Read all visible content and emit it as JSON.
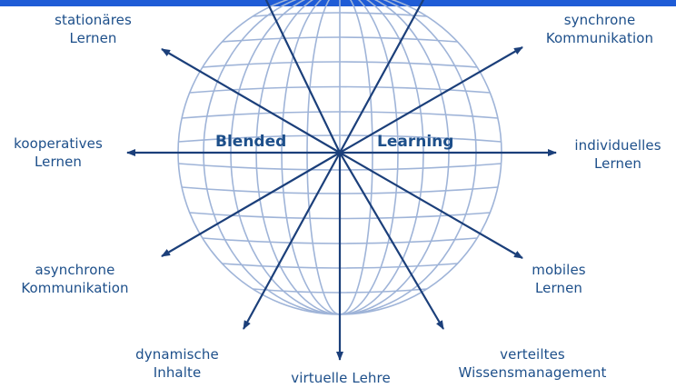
{
  "diagram": {
    "center_words": {
      "left": "Blended",
      "right": "Learning"
    },
    "labels": {
      "stationaeres": [
        "stationäres",
        "Lernen"
      ],
      "synchrone": [
        "synchrone",
        "Kommunikation"
      ],
      "kooperatives": [
        "kooperatives",
        "Lernen"
      ],
      "individuelles": [
        "individuelles",
        "Lernen"
      ],
      "asynchrone": [
        "asynchrone",
        "Kommunikation"
      ],
      "mobiles": [
        "mobiles",
        "Lernen"
      ],
      "dynamische": [
        "dynamische",
        "Inhalte"
      ],
      "virtuelle": [
        "virtuelle Lehre"
      ],
      "verteiltes": [
        "verteiltes",
        "Wissensmanagement"
      ]
    }
  }
}
